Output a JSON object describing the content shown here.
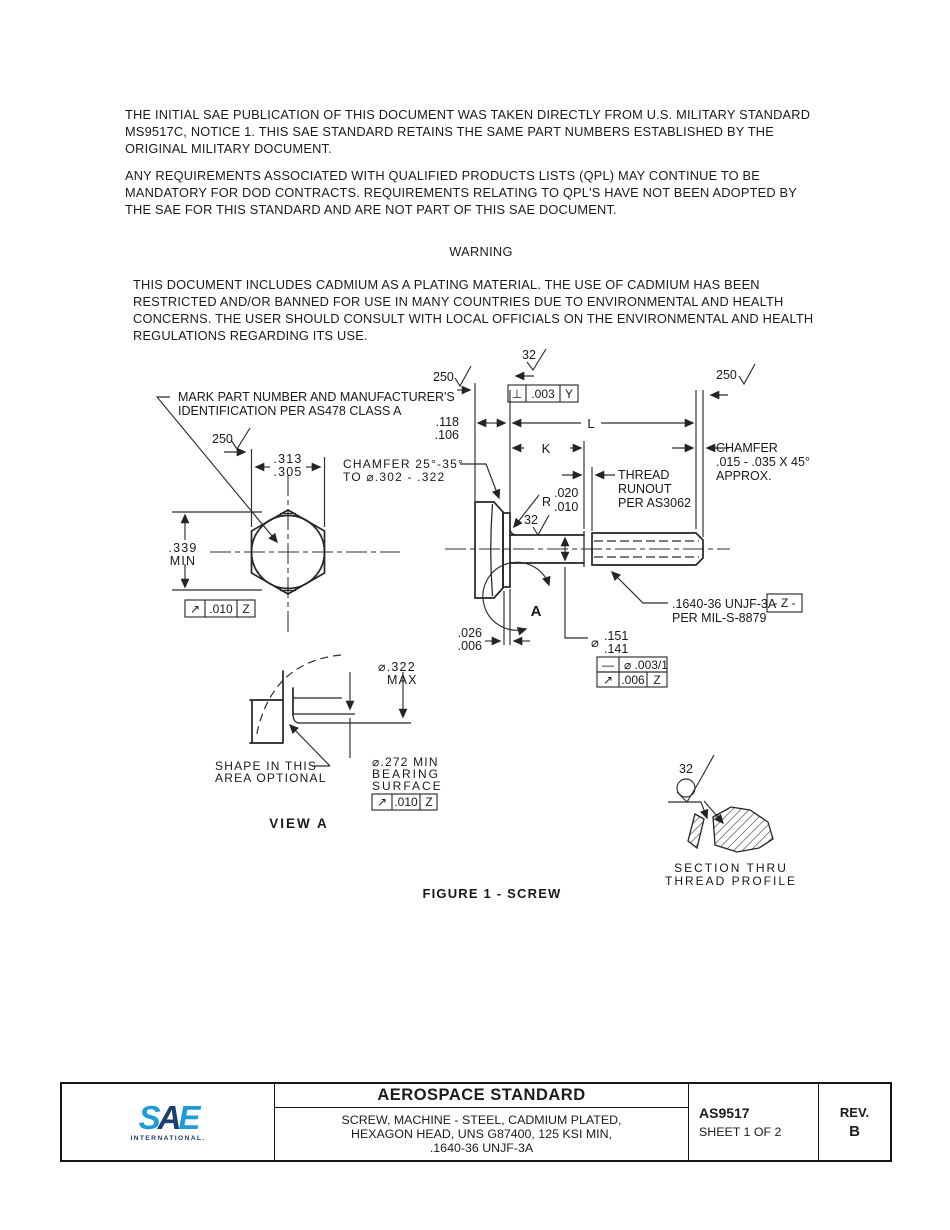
{
  "document": {
    "para1": [
      "THE INITIAL SAE PUBLICATION OF THIS DOCUMENT WAS TAKEN DIRECTLY FROM U.S. MILITARY STANDARD",
      "MS9517C, NOTICE 1.  THIS SAE STANDARD RETAINS THE SAME PART NUMBERS  ESTABLISHED BY THE",
      "ORIGINAL  MILITARY DOCUMENT."
    ],
    "para2": [
      "ANY REQUIREMENTS ASSOCIATED WITH QUALIFIED PRODUCTS LISTS (QPL) MAY CONTINUE TO BE",
      "MANDATORY FOR DOD CONTRACTS. REQUIREMENTS RELATING TO QPL'S HAVE NOT BEEN  ADOPTED BY",
      "THE SAE FOR THIS STANDARD AND ARE NOT PART OF THIS SAE DOCUMENT."
    ],
    "warning_heading": "WARNING",
    "warning_body": [
      "THIS DOCUMENT INCLUDES CADMIUM AS A PLATING MATERIAL.  THE USE OF CADMIUM HAS BEEN",
      "RESTRICTED AND/OR BANNED FOR USE IN MANY COUNTRIES DUE TO ENVIRONMENTAL AND HEALTH",
      "CONCERNS.  THE USER SHOULD CONSULT WITH LOCAL OFFICIALS ON THE ENVIRONMENTAL AND HEALTH",
      "REGULATIONS REGARDING ITS USE."
    ]
  },
  "figure": {
    "caption": "FIGURE 1 - SCREW",
    "labels": {
      "mark_note_l1": "MARK PART NUMBER  AND MANUFACTURER'S",
      "mark_note_l2": "IDENTIFICATION PER AS478 CLASS A",
      "finish_250": "250",
      "finish_32": "32",
      "af_upper": ".313",
      "af_lower": ".305",
      "head_chamfer_l1": "CHAMFER 25°-35°",
      "head_chamfer_l2": "TO ⌀.302 - .322",
      "wrench_upper": ".339",
      "wrench_lower": "MIN",
      "hh_upper": ".118",
      "hh_lower": ".106",
      "perp_sym": "⊥",
      "perp_tol": ".003",
      "perp_datum": "Y",
      "dim_L": "L",
      "dim_K": "K",
      "end_chamfer_l1": "CHAMFER",
      "end_chamfer_l2": ".015 - .035 X 45°",
      "end_chamfer_l3": "APPROX.",
      "runout_l1": "THREAD",
      "runout_l2": "RUNOUT",
      "runout_l3": "PER AS3062",
      "fillet_r": "R",
      "fillet_upper": ".020",
      "fillet_lower": ".010",
      "runout_sym": "↗",
      "runout_tol_010": ".010",
      "runout_tol_006": ".006",
      "datum_z_letter": "Z",
      "washer_upper": ".026",
      "washer_lower": ".006",
      "view_arrow_label": "A",
      "dia_sym": "⌀",
      "shank_upper": ".151",
      "shank_lower": ".141",
      "thread_spec_l1": ".1640-36 UNJF-3A",
      "thread_spec_l2": "PER MIL-S-8879",
      "datum_z_flag": "- Z -",
      "straight_sym": "—",
      "straight_tol": "⌀ .003/1",
      "head_od_l1": "⌀.322",
      "head_od_l2": "MAX",
      "shape_note_l1": "SHAPE IN THIS",
      "shape_note_l2": "AREA OPTIONAL",
      "bearing_l1": "⌀.272 MIN",
      "bearing_l2": "BEARING",
      "bearing_l3": "SURFACE",
      "view_a_title": "VIEW A",
      "section_l1": "SECTION THRU",
      "section_l2": "THREAD PROFILE"
    }
  },
  "title_block": {
    "logo_s": "S",
    "logo_a": "A",
    "logo_e": "E",
    "logo_sub": "INTERNATIONAL.",
    "doc_type": "AEROSPACE STANDARD",
    "description": [
      "SCREW, MACHINE - STEEL, CADMIUM PLATED,",
      "HEXAGON HEAD, UNS G87400, 125 KSI MIN,",
      ".1640-36 UNJF-3A"
    ],
    "doc_number": "AS9517",
    "sheet": "SHEET 1 OF 2",
    "rev_label": "REV.",
    "rev_value": "B"
  },
  "colors": {
    "sae_blue": "#1F9CD8",
    "sae_navy": "#1C3F6F",
    "ink": "#1b1b1b"
  }
}
